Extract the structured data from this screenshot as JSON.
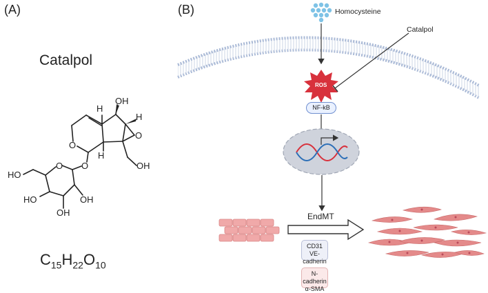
{
  "panel_a": {
    "label": "(A)",
    "name": "Catalpol",
    "formula": {
      "c": "C",
      "c_n": "15",
      "h": "H",
      "h_n": "22",
      "o": "O",
      "o_n": "10"
    },
    "atoms": {
      "oh_top": "OH",
      "h_top": "H",
      "h_right": "H",
      "h_mid": "H",
      "o_ring": "O",
      "o_epox": "O",
      "o_link": "O",
      "o_sugar": "O",
      "oh_right": "OH",
      "ho_left": "HO",
      "ho_sugar1": "HO",
      "oh_sugar2": "OH",
      "oh_sugar3": "OH"
    }
  },
  "panel_b": {
    "label": "(B)",
    "homocysteine": "Homocysteine",
    "catalpol": "Catalpol",
    "ros": "ROS",
    "nfkb": "NF-kB",
    "endmt": "EndMT",
    "down_markers": [
      "CD31",
      "VE-cadherin"
    ],
    "up_markers": [
      "N-cadherin",
      "α-SMA"
    ],
    "colors": {
      "membrane": "#a9b9d6",
      "ros": "#d8313c",
      "nucleus": "#cfd3dc",
      "cell": "#f0a9a9",
      "fibro": "#e48a8a",
      "down_arrow": "#2c6fb7",
      "up_arrow": "#c0392b"
    }
  }
}
